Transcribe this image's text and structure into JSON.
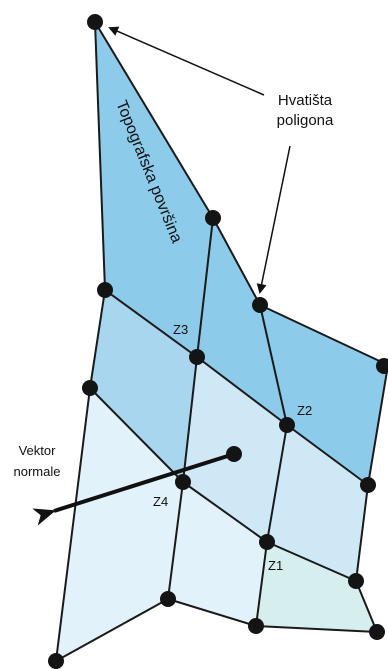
{
  "labels": {
    "attachment_line1": "Hvatišta",
    "attachment_line2": "poligona",
    "surface": "Topografska površina",
    "normal_line1": "Vektor",
    "normal_line2": "normale",
    "z1": "Z1",
    "z2": "Z2",
    "z3": "Z3",
    "z4": "Z4"
  },
  "colors": {
    "face_dark": "#8ccbe9",
    "face_mid": "#a7d6ee",
    "face_light": "#cfe8f6",
    "face_lightest": "#e2f2fb",
    "face_green": "#d6eeee",
    "edge": "#1a1a1a",
    "vertex": "#141414"
  }
}
